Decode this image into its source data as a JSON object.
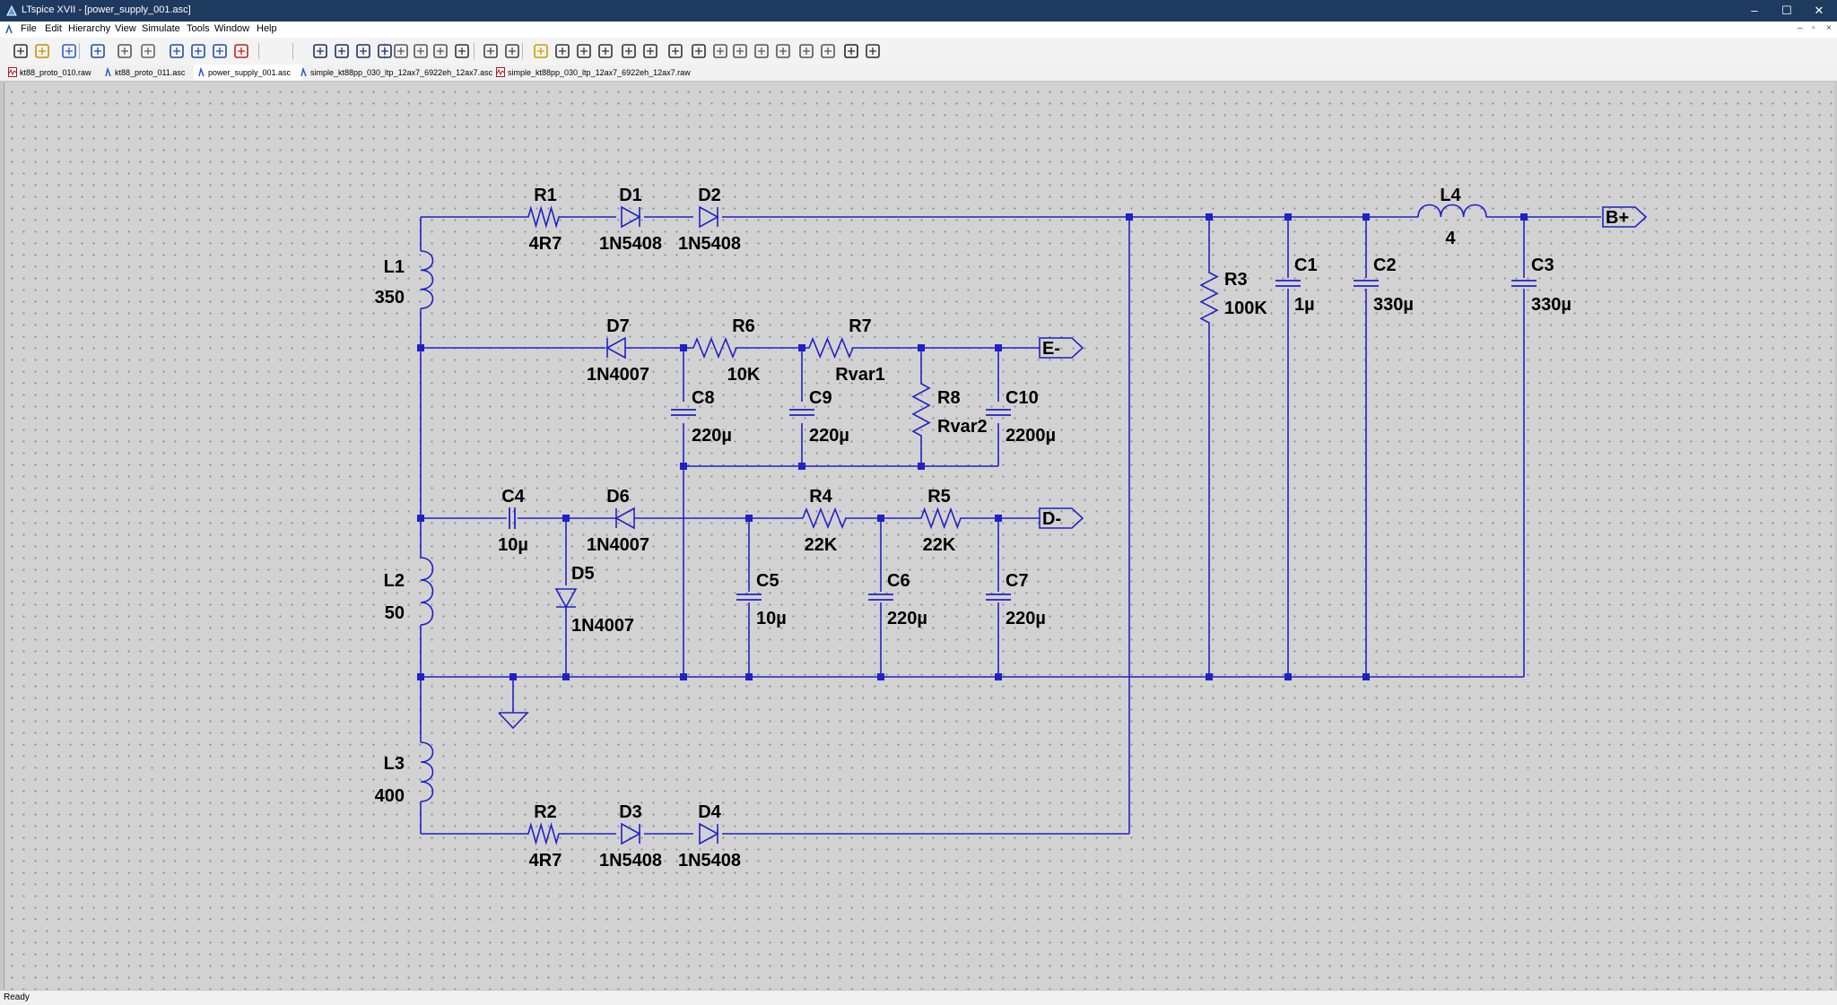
{
  "window": {
    "title": "LTspice XVII - [power_supply_001.asc]",
    "controls": {
      "minimize": "–",
      "maximize": "☐",
      "close": "✕"
    }
  },
  "menu": {
    "items": [
      "File",
      "Edit",
      "Hierarchy",
      "View",
      "Simulate",
      "Tools",
      "Window",
      "Help"
    ],
    "mdi_controls": [
      "–",
      "▫",
      "×"
    ]
  },
  "toolbar": {
    "buttons": [
      "run-icon",
      "open-icon",
      "save-icon",
      "control-panel-icon",
      "autorange-icon",
      "pan-icon",
      "zoom-in-icon",
      "zoom-area-icon",
      "zoom-out-icon",
      "zoom-fit-icon",
      "tile-h-icon",
      "tile-v-icon",
      "cascade-icon",
      "window-list-icon",
      "cut-icon",
      "copy-icon",
      "paste-icon",
      "find-icon",
      "print-icon",
      "print-setup-icon",
      "wire-icon",
      "ground-icon",
      "label-net-icon",
      "resistor-icon",
      "capacitor-icon",
      "inductor-icon",
      "diode-icon",
      "component-icon",
      "move-icon",
      "drag-icon",
      "undo-icon",
      "redo-icon",
      "rotate-icon",
      "mirror-icon",
      "text-icon",
      "spice-directive-icon"
    ]
  },
  "tabs": [
    {
      "label": "kt88_proto_010.raw",
      "type": "waveform"
    },
    {
      "label": "kt88_proto_011.asc",
      "type": "schematic"
    },
    {
      "label": "power_supply_001.asc",
      "type": "schematic",
      "active": true
    },
    {
      "label": "simple_kt88pp_030_ltp_12ax7_6922eh_12ax7.asc",
      "type": "schematic"
    },
    {
      "label": "simple_kt88pp_030_ltp_12ax7_6922eh_12ax7.raw",
      "type": "waveform"
    }
  ],
  "schematic": {
    "wire_color": "#2020c8",
    "text_color": "#000000",
    "components": [
      {
        "ref": "R1",
        "value": "4R7",
        "kind": "resistor"
      },
      {
        "ref": "D1",
        "value": "1N5408",
        "kind": "diode"
      },
      {
        "ref": "D2",
        "value": "1N5408",
        "kind": "diode"
      },
      {
        "ref": "L1",
        "value": "350",
        "kind": "inductor"
      },
      {
        "ref": "L4",
        "value": "4",
        "kind": "inductor"
      },
      {
        "ref": "R3",
        "value": "100K",
        "kind": "resistor"
      },
      {
        "ref": "C1",
        "value": "1µ",
        "kind": "capacitor"
      },
      {
        "ref": "C2",
        "value": "330µ",
        "kind": "capacitor"
      },
      {
        "ref": "C3",
        "value": "330µ",
        "kind": "capacitor"
      },
      {
        "ref": "D7",
        "value": "1N4007",
        "kind": "diode"
      },
      {
        "ref": "R6",
        "value": "10K",
        "kind": "resistor"
      },
      {
        "ref": "R7",
        "value": "Rvar1",
        "kind": "resistor"
      },
      {
        "ref": "C8",
        "value": "220µ",
        "kind": "capacitor"
      },
      {
        "ref": "C9",
        "value": "220µ",
        "kind": "capacitor"
      },
      {
        "ref": "R8",
        "value": "Rvar2",
        "kind": "resistor"
      },
      {
        "ref": "C10",
        "value": "2200µ",
        "kind": "capacitor"
      },
      {
        "ref": "C4",
        "value": "10µ",
        "kind": "capacitor"
      },
      {
        "ref": "D6",
        "value": "1N4007",
        "kind": "diode"
      },
      {
        "ref": "R4",
        "value": "22K",
        "kind": "resistor"
      },
      {
        "ref": "R5",
        "value": "22K",
        "kind": "resistor"
      },
      {
        "ref": "L2",
        "value": "50",
        "kind": "inductor"
      },
      {
        "ref": "D5",
        "value": "1N4007",
        "kind": "diode"
      },
      {
        "ref": "C5",
        "value": "10µ",
        "kind": "capacitor"
      },
      {
        "ref": "C6",
        "value": "220µ",
        "kind": "capacitor"
      },
      {
        "ref": "C7",
        "value": "220µ",
        "kind": "capacitor"
      },
      {
        "ref": "L3",
        "value": "400",
        "kind": "inductor"
      },
      {
        "ref": "R2",
        "value": "4R7",
        "kind": "resistor"
      },
      {
        "ref": "D3",
        "value": "1N5408",
        "kind": "diode"
      },
      {
        "ref": "D4",
        "value": "1N5408",
        "kind": "diode"
      }
    ],
    "net_labels": [
      "B+",
      "E-",
      "D-"
    ]
  },
  "status": {
    "text": "Ready"
  }
}
